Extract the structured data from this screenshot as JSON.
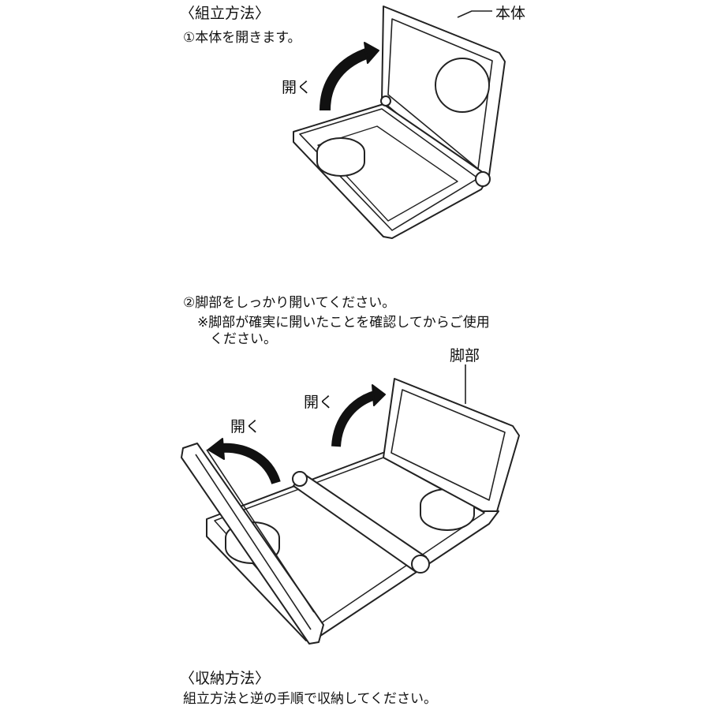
{
  "assembly": {
    "heading": "〈組立方法〉",
    "step1": "①本体を開きます。",
    "step1_callout": "本体",
    "step1_arrow_label": "開く",
    "step2": "②脚部をしっかり開いてください。",
    "step2_note_line1": "※脚部が確実に開いたことを確認してからご使用",
    "step2_note_line2": "ください。",
    "step2_callout": "脚部",
    "step2_arrow_label_left": "開く",
    "step2_arrow_label_right": "開く"
  },
  "storage": {
    "heading": "〈収納方法〉",
    "text": "組立方法と逆の手順で収納してください。"
  },
  "icons": {
    "step1_figure": "open-case-illustration",
    "step2_figure": "open-legs-illustration",
    "open_arrow": "curved-arrow-icon"
  }
}
